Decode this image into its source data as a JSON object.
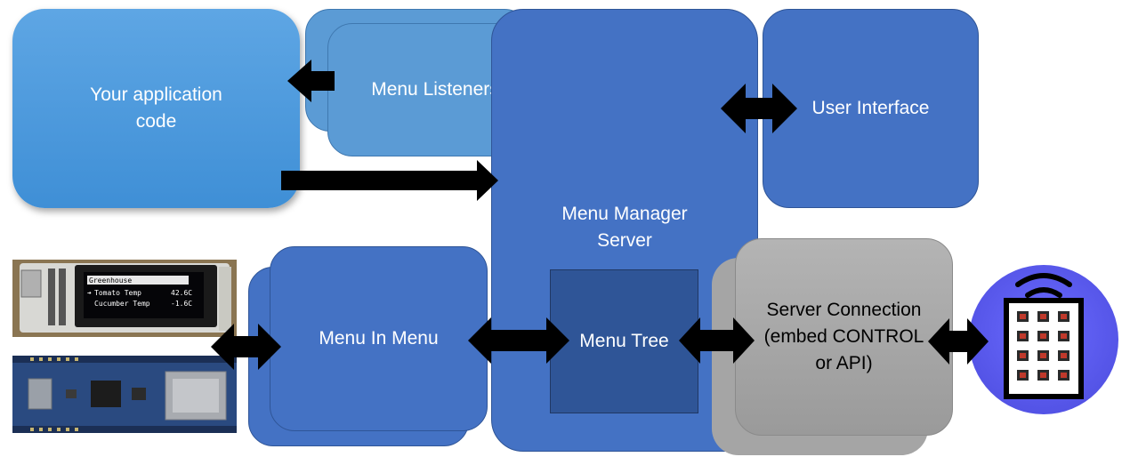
{
  "boxes": {
    "app_code": "Your application code",
    "menu_listeners": "Menu Listeners",
    "menu_manager": "Menu Manager Server",
    "user_interface": "User Interface",
    "menu_in_menu": "Menu In Menu",
    "menu_tree": "Menu Tree",
    "server_connection": "Server Connection (embed CONTROL or API)"
  },
  "oled": {
    "header": "Greenhouse",
    "rows": [
      {
        "label": "Tomato Temp",
        "value": "42.6C"
      },
      {
        "label": "Cucumber Temp",
        "value": "-1.6C"
      }
    ]
  },
  "colors": {
    "blue": "#4472c4",
    "light_blue": "#5b9bd5",
    "dark_blue": "#2f5597",
    "grey": "#a5a5a5",
    "remote_circle": "#5b5bf0"
  },
  "icons": [
    "remote-control-icon",
    "wifi-signal-icon"
  ]
}
